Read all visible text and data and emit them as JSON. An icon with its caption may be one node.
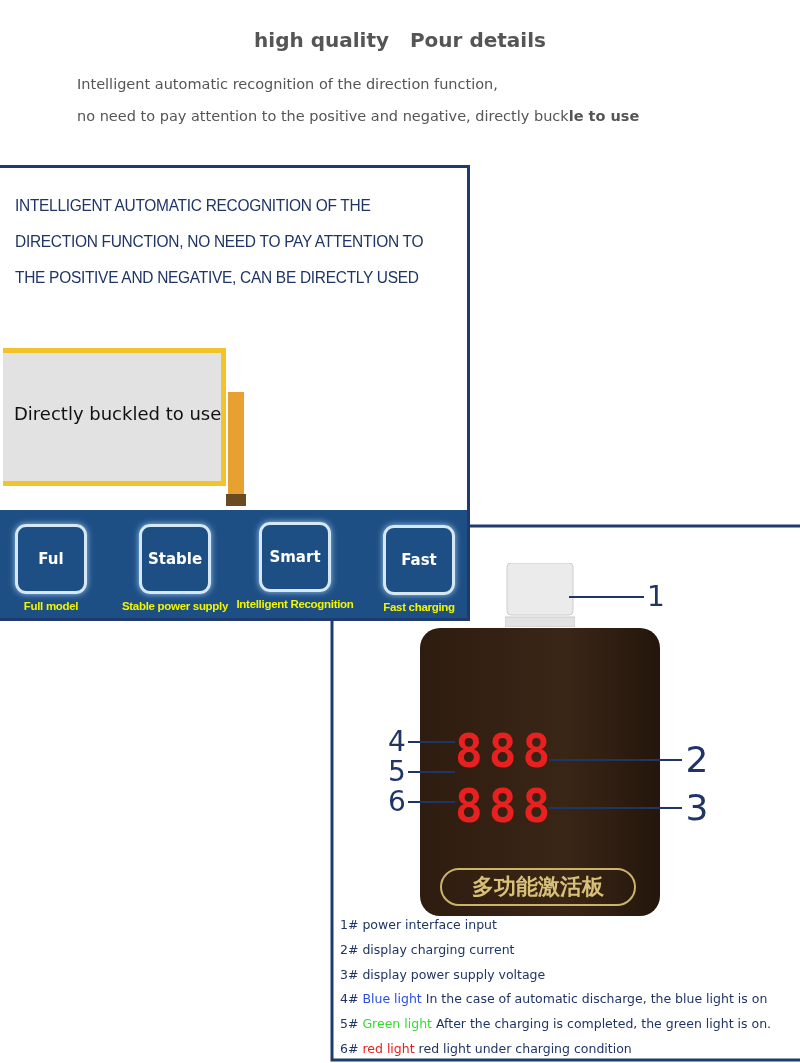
{
  "diagram": {
    "title": "high quality   Pour details",
    "nodes": [
      {
        "text": [
          "INTELLIGENT AUTOMATIC RECOGNITION OF THE DIRECTION FUNCTION, NO NEED TO PAY ATTENTION TO THE POSITIVE AND NEGATIVE, CAN BE DIRECTLY USED"
        ]
      },
      {
        "text": [
          "Directly buckled to use"
        ],
        "in": 0
      },
      {
        "text": [
          "Ful"
        ],
        "beside": [
          "Full model"
        ],
        "in": 0
      },
      {
        "text": [
          "Stable"
        ],
        "beside": [
          "Stable power supply"
        ],
        "in": 0
      },
      {
        "text": [
          "Smart"
        ],
        "beside": [
          "Intelligent Recognition"
        ],
        "in": 0
      },
      {
        "text": [
          "Fast"
        ],
        "beside": [
          "Fast charging"
        ],
        "in": 0
      },
      {
        "text": [],
        "shape": "picture"
      },
      {
        "text": [
          "1"
        ]
      },
      {
        "text": [
          "多功能激活板"
        ]
      },
      {
        "text": [
          "4"
        ]
      },
      {
        "text": [
          "888"
        ],
        "in": 8
      },
      {
        "text": [
          "2"
        ]
      },
      {
        "text": [
          "5"
        ]
      },
      {
        "text": [
          "6"
        ]
      },
      {
        "text": [
          "888"
        ],
        "in": 8
      },
      {
        "text": [
          "3"
        ]
      }
    ],
    "edges": [
      {
        "from": 7,
        "to": 6,
        "arrow": "none"
      },
      {
        "from": 11,
        "to": 10,
        "arrow": "none"
      },
      {
        "from": 15,
        "to": 14,
        "arrow": "none"
      },
      {
        "from": 9,
        "to": 10,
        "arrow": "none"
      },
      {
        "from": 12,
        "to": 10,
        "arrow": "none"
      },
      {
        "from": 13,
        "to": 14,
        "arrow": "none"
      }
    ],
    "labels": [
      "Intelligent automatic recognition of the direction function,",
      "no need to pay attention to the positive and negative, directly buck**le to use**",
      "1# power interface input",
      "2# display charging current",
      "3# display power supply voltage",
      "4#",
      "Blue light",
      "In the case of automatic discharge, the blue light is on",
      "5#",
      "Green light",
      "After the charging is completed, the green light is on.",
      "6#",
      "red light",
      "red light under charging condition"
    ]
  }
}
